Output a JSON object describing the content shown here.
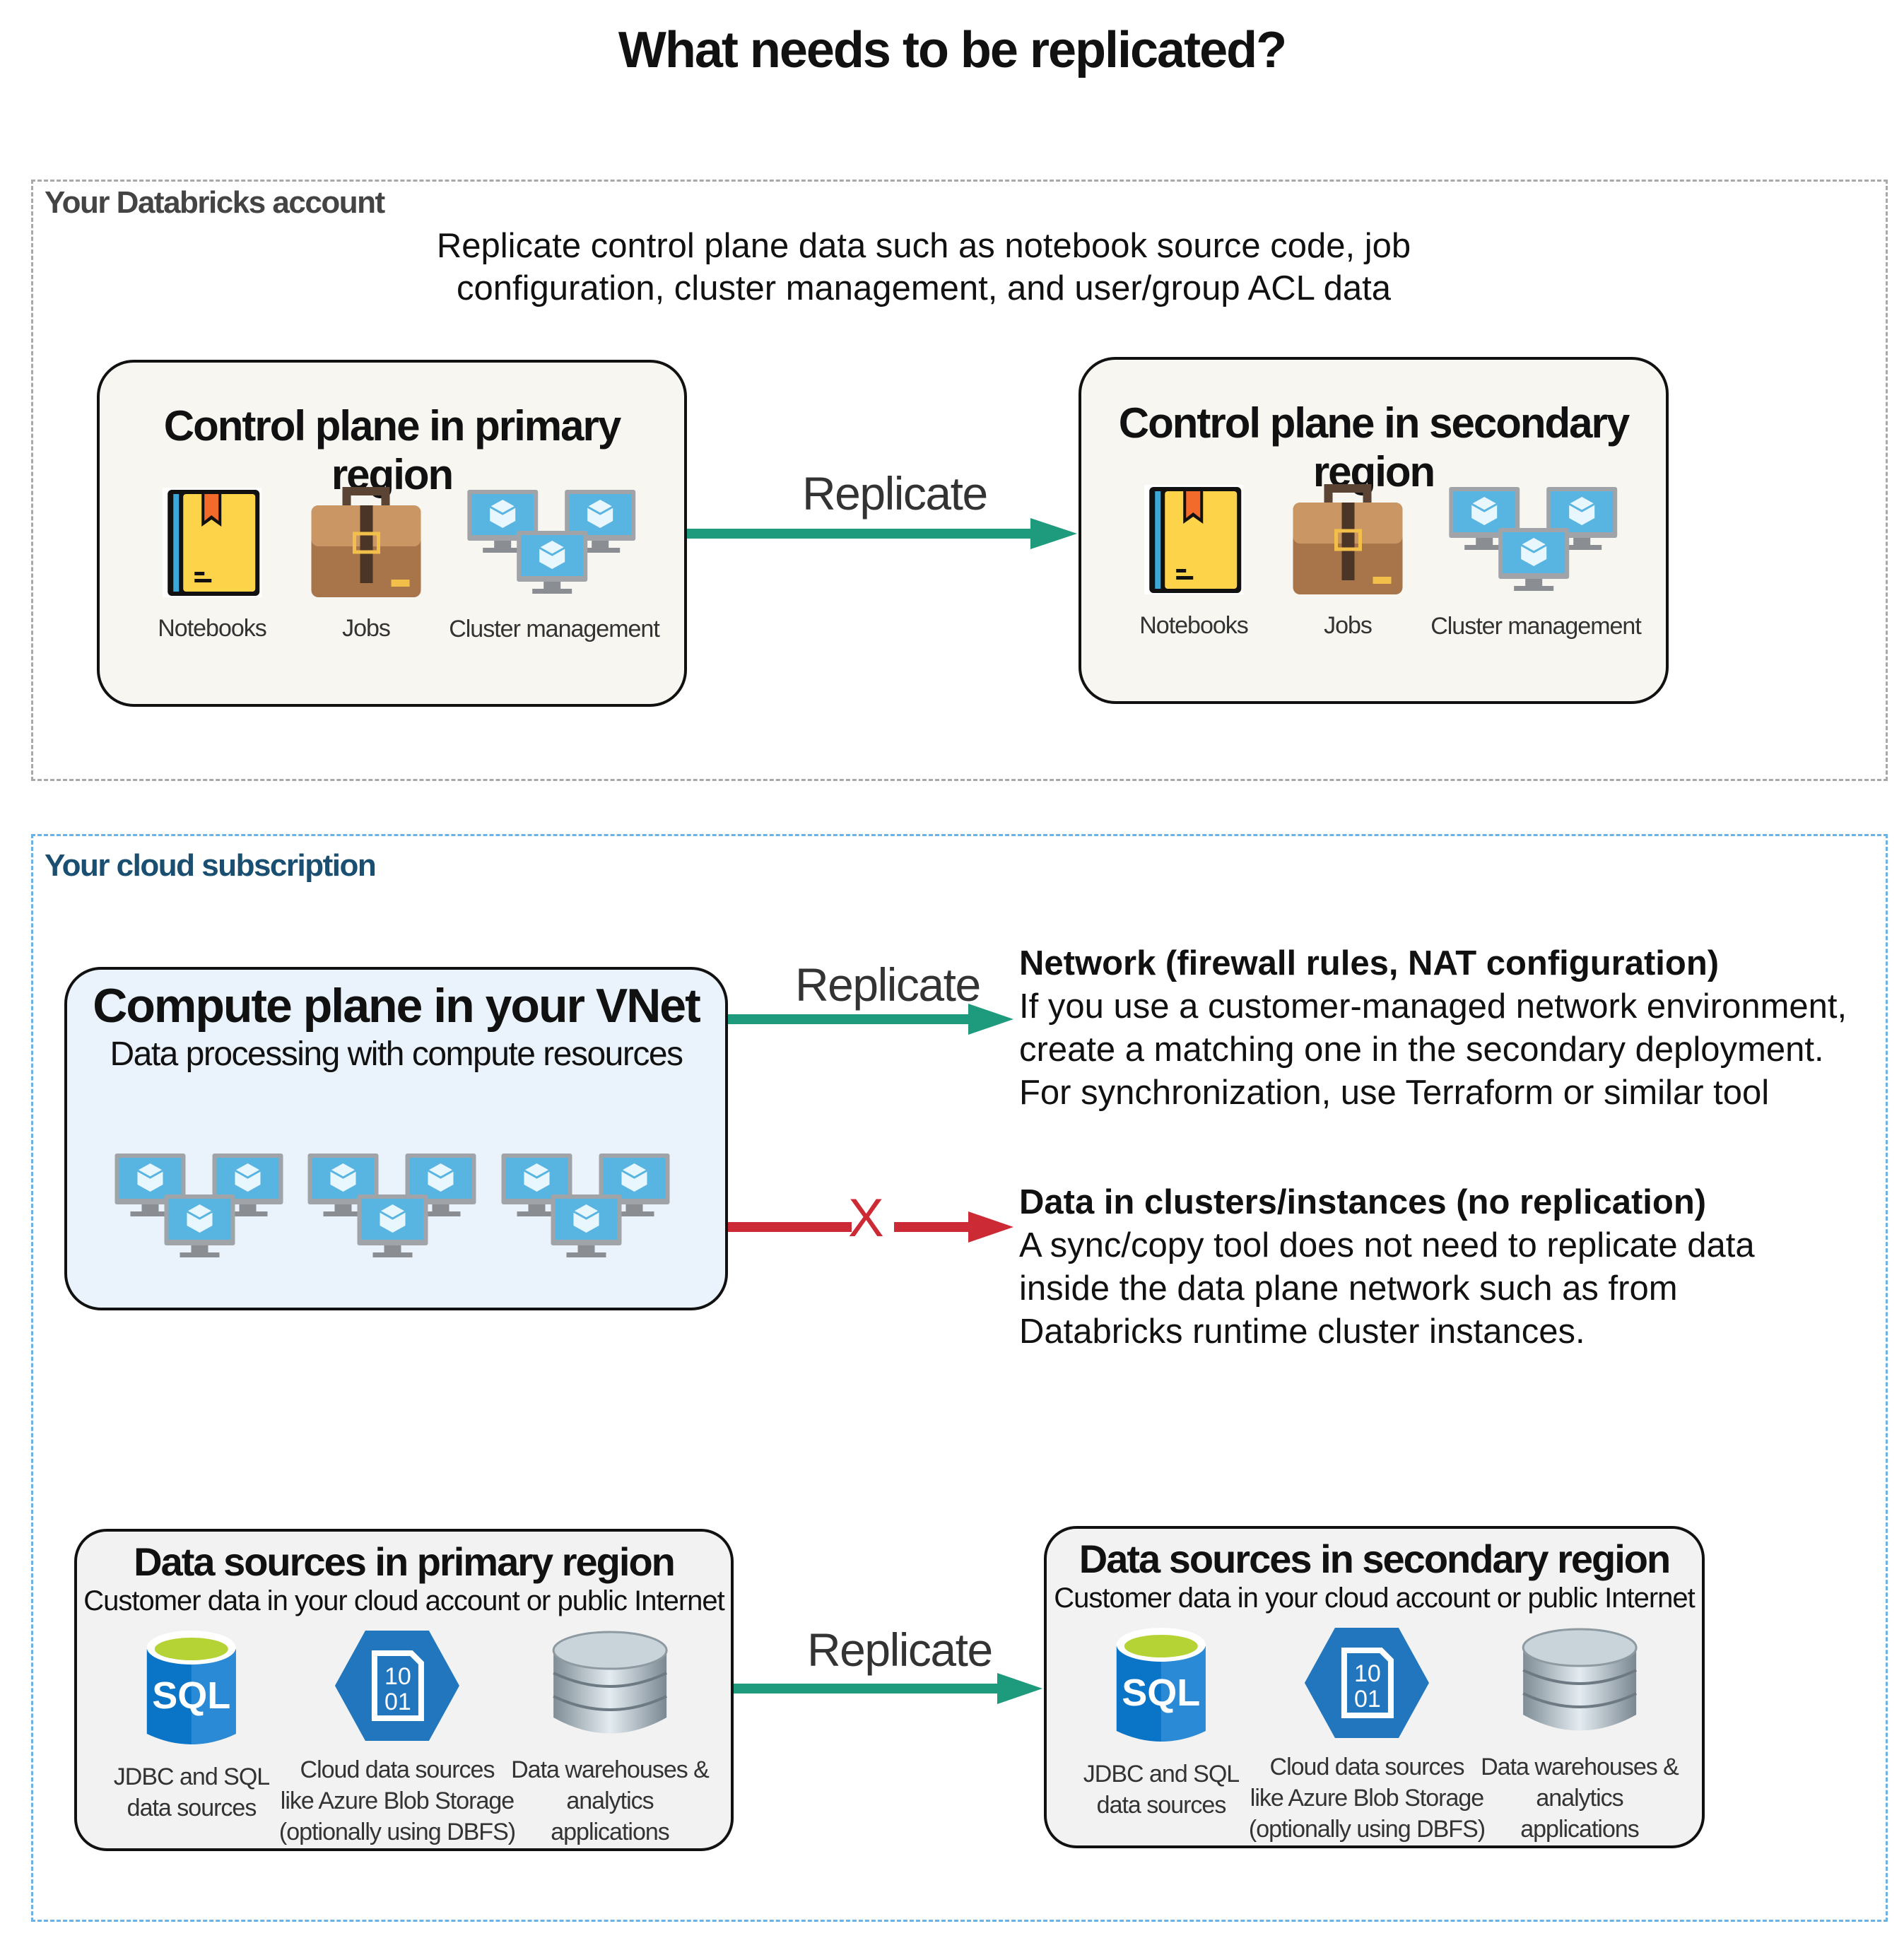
{
  "title": "What needs to be replicated?",
  "account": {
    "label": "Your Databricks account",
    "description": [
      "Replicate control plane data such as notebook source code, job",
      "configuration, cluster management, and user/group ACL data"
    ],
    "primary": {
      "title": "Control plane in primary region",
      "items": [
        "Notebooks",
        "Jobs",
        "Cluster management"
      ]
    },
    "secondary": {
      "title": "Control plane in secondary region",
      "items": [
        "Notebooks",
        "Jobs",
        "Cluster management"
      ]
    },
    "replicate_label": "Replicate"
  },
  "cloud": {
    "label": "Your cloud subscription",
    "compute": {
      "title": "Compute plane in your VNet",
      "subtitle": "Data processing with compute resources"
    },
    "network_replicate_label": "Replicate",
    "no_replicate_mark": "X",
    "network": {
      "heading": "Network (firewall rules, NAT configuration)",
      "lines": [
        "If you use a customer-managed network environment,",
        "create a matching one in the secondary deployment.",
        "For synchronization, use Terraform or similar tool"
      ]
    },
    "cluster_data": {
      "heading": "Data in clusters/instances (no replication)",
      "lines": [
        "A sync/copy tool does not need to replicate data",
        "inside the data plane network such as from",
        "Databricks runtime cluster instances."
      ]
    },
    "ds_primary": {
      "title": "Data sources in primary region",
      "subtitle": "Customer data in your cloud account or public Internet",
      "items": [
        "JDBC and SQL\ndata sources",
        "Cloud data sources\nlike Azure Blob Storage\n(optionally using DBFS)",
        "Data warehouses &\nanalytics\napplications"
      ]
    },
    "ds_secondary": {
      "title": "Data sources in secondary region",
      "subtitle": "Customer data in your cloud account or public Internet",
      "items": [
        "JDBC and SQL\ndata sources",
        "Cloud data sources\nlike Azure Blob Storage\n(optionally using DBFS)",
        "Data warehouses &\nanalytics\napplications"
      ]
    },
    "ds_replicate_label": "Replicate",
    "sql_icon_text": "SQL",
    "blob_icon_text": [
      "10",
      "01"
    ]
  },
  "colors": {
    "replicate": "#1e9a7c",
    "no_replicate": "#cc2b36",
    "cloud_label": "#1a4f72",
    "compute_bg": "#eaf3fc"
  }
}
